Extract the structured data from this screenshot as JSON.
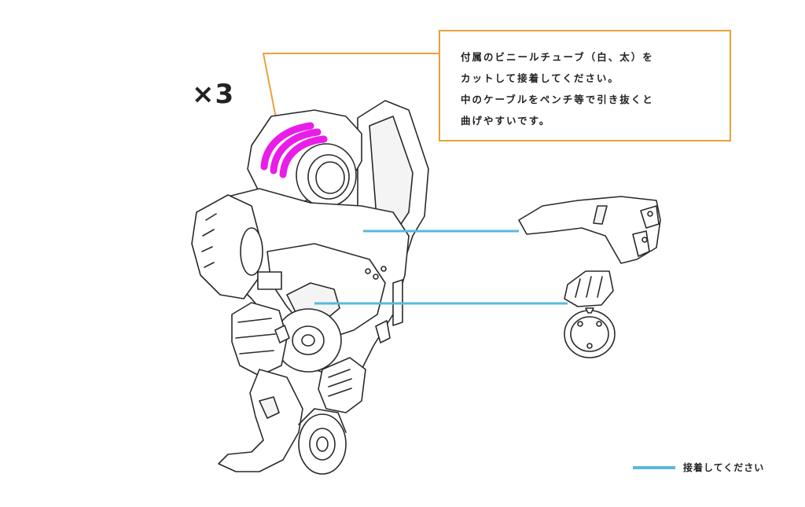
{
  "quantity_label": "×3",
  "note": {
    "line1": "付属のビニールチューブ（白、太）を",
    "line2": "カットして接着してください。",
    "line3": "中のケーブルをペンチ等で引き抜くと",
    "line4": "曲げやすいです。"
  },
  "legend": {
    "label": "接着してください"
  },
  "colors": {
    "callout_border": "#e8a23a",
    "glue_line": "#5ab8dc",
    "tube_highlight": "#e81ee8",
    "line_art": "#2a2a2a"
  }
}
